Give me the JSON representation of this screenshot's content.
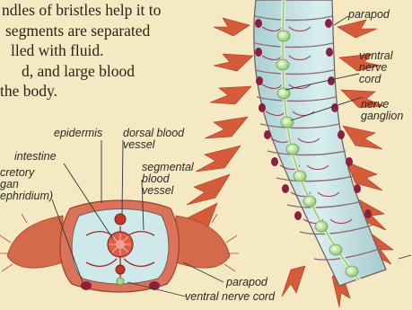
{
  "paragraph_lines": [
    "ndles of bristles help it to",
    "segments are separated",
    "lled with fluid.",
    "d, and large blood",
    "the body."
  ],
  "labels": {
    "parapod_top": "parapod",
    "ventral_nerve_cord_right": [
      "ventral",
      "nerve",
      "cord"
    ],
    "nerve_ganglion": [
      "nerve",
      "ganglion"
    ],
    "epidermis": "epidermis",
    "dorsal_blood_vessel": [
      "dorsal blood",
      "vessel"
    ],
    "intestine": "intestine",
    "excretory_organ": [
      "cretory",
      "gan",
      "ephridium)"
    ],
    "segmental_blood_vessel": [
      "segmental",
      "blood",
      "vessel"
    ],
    "parapod_bottom": "parapod",
    "ventral_nerve_cord_bottom": "ventral nerve cord"
  },
  "colors": {
    "background": "#f4e9c3",
    "worm_body": "#c9e3e5",
    "segment_line": "#8a6d74",
    "parapod": "#d35a3c",
    "nerve": "#d7f0c8",
    "blood_vessel": "#9b2a2a",
    "cross_section_wall": "#d9745a"
  }
}
